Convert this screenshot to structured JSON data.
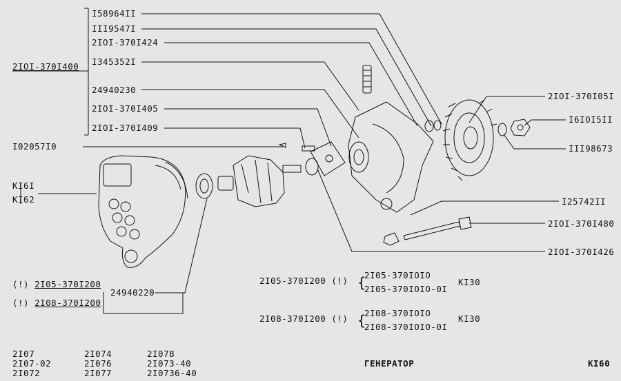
{
  "labels": {
    "assembly": "2IOI-370I400",
    "p1": "I58964II",
    "p2": "III9547I",
    "p3": "2IOI-370I424",
    "p4": "I345352I",
    "p5": "24940230",
    "p6": "2IOI-370I405",
    "p7": "2IOI-370I409",
    "p8": "I02057I0",
    "k1": "KI6I",
    "k2": "KI62",
    "r1": "2IOI-370I05I",
    "r2": "I6IOI5II",
    "r3": "III98673",
    "r4": "I25742II",
    "r5": "2IOI-370I480",
    "r6": "2IOI-370I426",
    "b1": "24940220",
    "alt1_prefix": "(!)",
    "alt1": "2I05-370I200",
    "alt2_prefix": "(!)",
    "alt2": "2I08-370I200",
    "v1_main": "2I05-370I200 (!)",
    "v1_a": "2I05-370IOIO",
    "v1_b": "2I05-370IOIO-0I",
    "v1_code": "KI30",
    "v2_main": "2I08-370I200 (!)",
    "v2_a": "2I08-370IOIO",
    "v2_b": "2I08-370IOIO-0I",
    "v2_code": "KI30"
  },
  "footer": {
    "models": [
      "2I07",
      "2I07-02",
      "2I072",
      "2I074",
      "2I076",
      "2I077",
      "2I078",
      "2I073-40",
      "2I0736-40"
    ],
    "title": "ГЕНЕРАТОР",
    "page": "KI60"
  }
}
